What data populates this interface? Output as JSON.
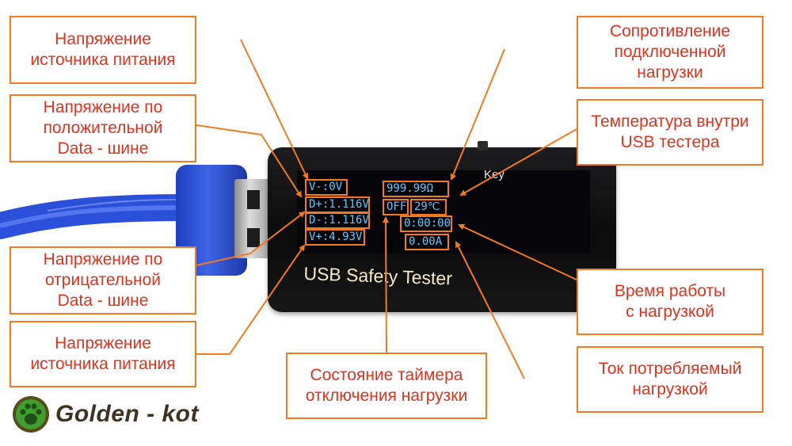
{
  "callouts": {
    "supply_voltage_top": "Напряжение\nисточника питания",
    "data_plus": "Напряжение по\nположительной\nData - шине",
    "data_minus": "Напряжение по\nотрицательной\nData - шине",
    "supply_voltage_bottom": "Напряжение\nисточника питания",
    "timer_state": "Состояние таймера\nотключения нагрузки",
    "resistance": "Сопротивление\nподключенной\nнагрузки",
    "temperature": "Температура внутри\nUSB тестера",
    "work_time": "Время работы\nс нагрузкой",
    "current": "Ток потребляемый\nнагрузкой"
  },
  "device": {
    "key_label": "Key",
    "brand_text": "USB Safety Tester",
    "lcd": {
      "v_minus": "V-:0V",
      "d_plus": "D+:1.116V",
      "d_minus": "D-:1.116V",
      "v_plus": "V+:4.93V",
      "resistance": "999.99Ω",
      "timer_state": "OFF",
      "temperature": "29℃",
      "time": "0:00:00",
      "current": "0.00A"
    }
  },
  "logo": {
    "text": "Golden - kot",
    "icon": "paw-icon"
  },
  "colors": {
    "callout_border": "#f47a1f",
    "callout_text": "#e0321c",
    "arrow": "#f47a1f",
    "lcd_text": "#5fc9ff",
    "device_body": "#111112",
    "cable": "#2b4fd9",
    "logo_paw": "#3f9e2f"
  }
}
